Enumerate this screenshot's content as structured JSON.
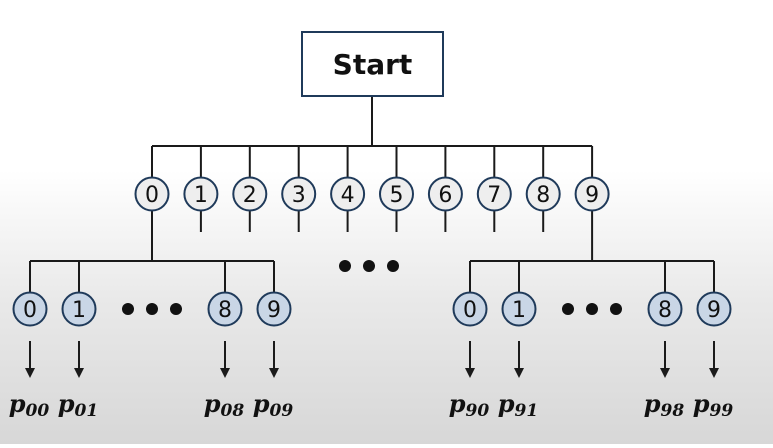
{
  "root": {
    "label": "Start"
  },
  "level1": {
    "digits": [
      "0",
      "1",
      "2",
      "3",
      "4",
      "5",
      "6",
      "7",
      "8",
      "9"
    ],
    "expanded": [
      "0",
      "9"
    ]
  },
  "ellipsis": "● ● ●",
  "groups": [
    {
      "parent": "0",
      "children": [
        "0",
        "1",
        "8",
        "9"
      ],
      "labels": [
        {
          "base": "p",
          "sub": "00"
        },
        {
          "base": "p",
          "sub": "01"
        },
        {
          "base": "p",
          "sub": "08"
        },
        {
          "base": "p",
          "sub": "09"
        }
      ]
    },
    {
      "parent": "9",
      "children": [
        "0",
        "1",
        "8",
        "9"
      ],
      "labels": [
        {
          "base": "p",
          "sub": "90"
        },
        {
          "base": "p",
          "sub": "91"
        },
        {
          "base": "p",
          "sub": "98"
        },
        {
          "base": "p",
          "sub": "99"
        }
      ]
    }
  ],
  "colors": {
    "line": "#1a1a1a",
    "level1_fill": "#eeeeee",
    "level2_fill": "#c9d6e6",
    "node_stroke": "#1f3a5a",
    "start_stroke": "#1f3a5a"
  }
}
